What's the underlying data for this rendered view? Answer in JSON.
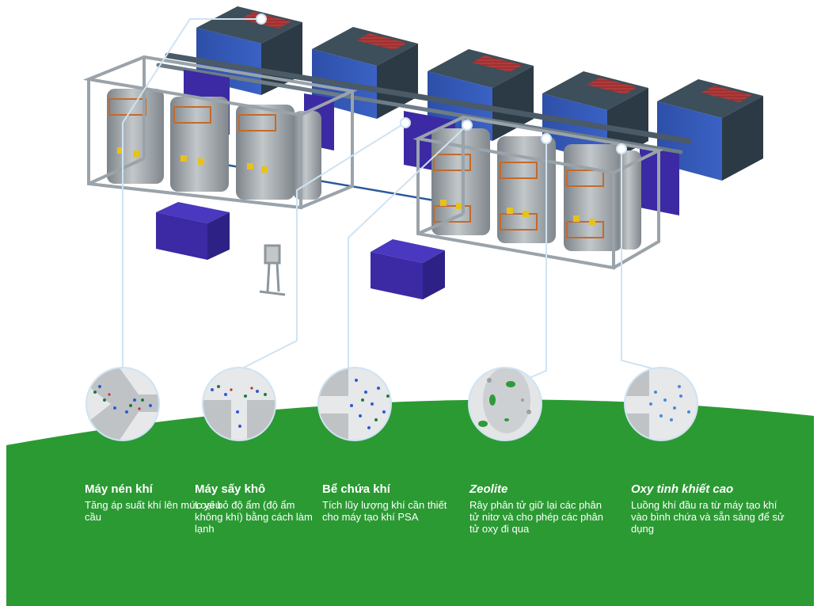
{
  "colors": {
    "ground": "#2b9a33",
    "compressor_top": "#3d4f5a",
    "compressor_vent": "#b03a3a",
    "purple_unit": "#3b2aa3",
    "frame": "#9aa3aa",
    "tank": "#9ea3a7",
    "pipe": "#4a5a66",
    "callout_line": "#cfe3f2"
  },
  "steps": [
    {
      "name": "Máy nén khí",
      "italic": false,
      "desc": "Tăng áp suất khí lên mức yêu cầu",
      "icon": "compressed-air-particles-icon"
    },
    {
      "name": "Máy sấy khô",
      "italic": false,
      "desc": "Loại bỏ độ ẩm (độ ẩm không khí) bằng cách làm lạnh",
      "icon": "dryer-particles-icon"
    },
    {
      "name": "Bể chứa khí",
      "italic": false,
      "desc": "Tích lũy lượng khí cần thiết cho máy tạo khí PSA",
      "icon": "air-tank-particles-icon"
    },
    {
      "name": "Zeolite",
      "italic": true,
      "desc": "Rây phân tử giữ lại các phân tử nitơ và cho phép các phân tử oxy đi qua",
      "icon": "zeolite-sieve-icon"
    },
    {
      "name": "Oxy tinh khiết cao",
      "italic": true,
      "desc": "Luồng khí đầu ra từ máy tạo khí vào bình chứa và sẵn sàng để sử dụng",
      "icon": "pure-oxygen-particles-icon"
    }
  ]
}
